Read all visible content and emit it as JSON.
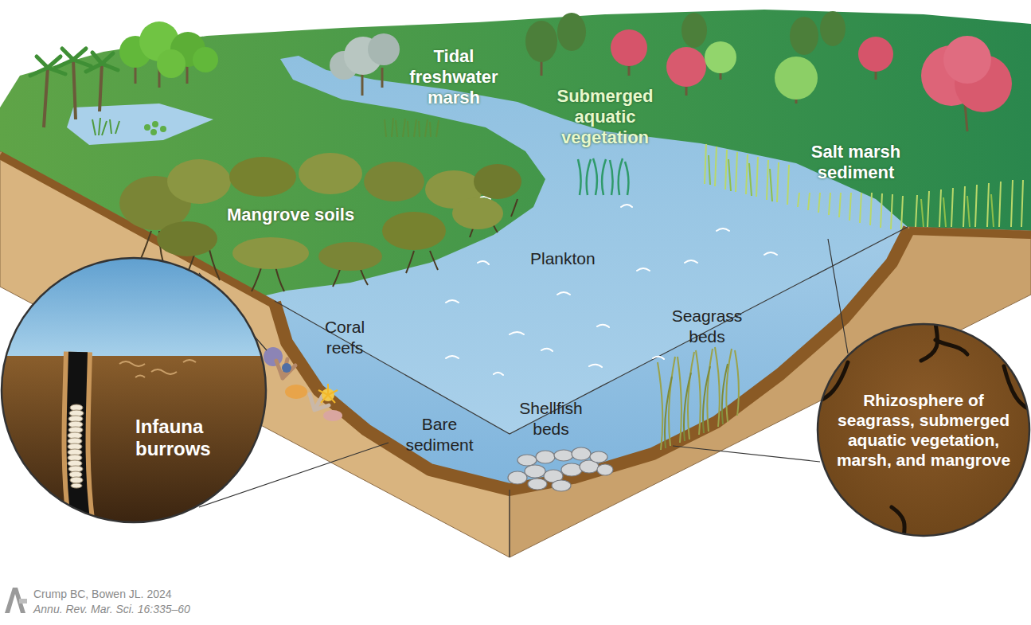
{
  "diagram": {
    "nodes": [
      {
        "text": [
          "Infauna burrows"
        ]
      },
      {
        "text": [
          "Rhizosphere of seagrass, submerged aquatic vegetation, marsh, and mangrove"
        ]
      }
    ],
    "labels": [
      "Tidal freshwater marsh",
      "Submerged aquatic vegetation",
      "Salt marsh sediment",
      "Mangrove soils",
      "Plankton",
      "Coral reefs",
      "Seagrass beds",
      "Bare sediment",
      "Shellfish beds",
      "Crump BC, Bowen JL. 2024",
      "Annu. Rev. Mar. Sci. 16:335–60"
    ]
  }
}
